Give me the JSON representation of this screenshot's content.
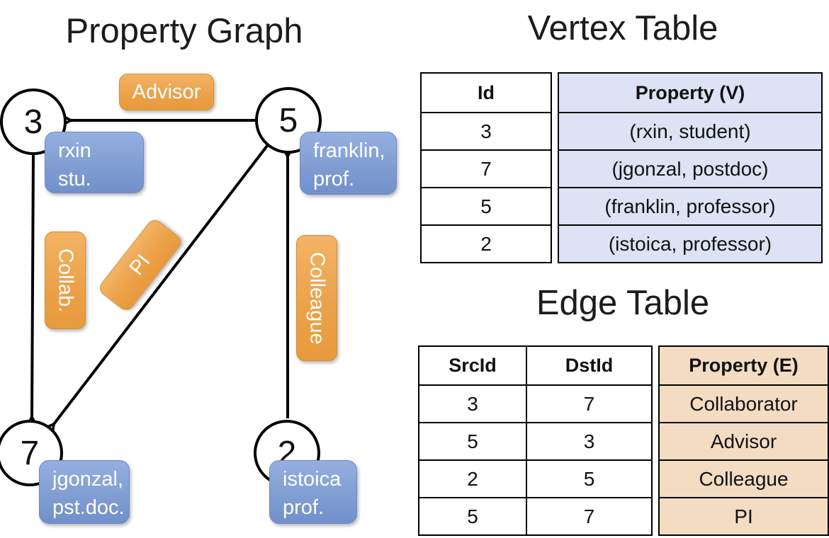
{
  "graph": {
    "title": "Property Graph",
    "nodes": [
      {
        "id": "3",
        "property": "rxin\nstu."
      },
      {
        "id": "5",
        "property": "franklin,\nprof."
      },
      {
        "id": "7",
        "property": "jgonzal,\npst.doc."
      },
      {
        "id": "2",
        "property": "istoica\nprof."
      }
    ],
    "edge_labels": {
      "advisor": "Advisor",
      "collab": "Collab.",
      "pi": "PI",
      "colleague": "Colleague"
    }
  },
  "vertex_table": {
    "title": "Vertex Table",
    "columns": {
      "id": "Id",
      "property": "Property (V)"
    },
    "rows": [
      {
        "id": "3",
        "property": "(rxin, student)"
      },
      {
        "id": "7",
        "property": "(jgonzal, postdoc)"
      },
      {
        "id": "5",
        "property": "(franklin, professor)"
      },
      {
        "id": "2",
        "property": "(istoica, professor)"
      }
    ]
  },
  "edge_table": {
    "title": "Edge Table",
    "columns": {
      "src": "SrcId",
      "dst": "DstId",
      "property": "Property (E)"
    },
    "rows": [
      {
        "src": "3",
        "dst": "7",
        "property": "Collaborator"
      },
      {
        "src": "5",
        "dst": "3",
        "property": "Advisor"
      },
      {
        "src": "2",
        "dst": "5",
        "property": "Colleague"
      },
      {
        "src": "5",
        "dst": "7",
        "property": "PI"
      }
    ]
  },
  "colors": {
    "edge_label_orange": "#eca24a",
    "vertex_box_blue": "#84a1d4",
    "vertex_cell_blue": "#dbe3f4",
    "edge_cell_tan": "#f3dcc2",
    "line_black": "#000000"
  }
}
